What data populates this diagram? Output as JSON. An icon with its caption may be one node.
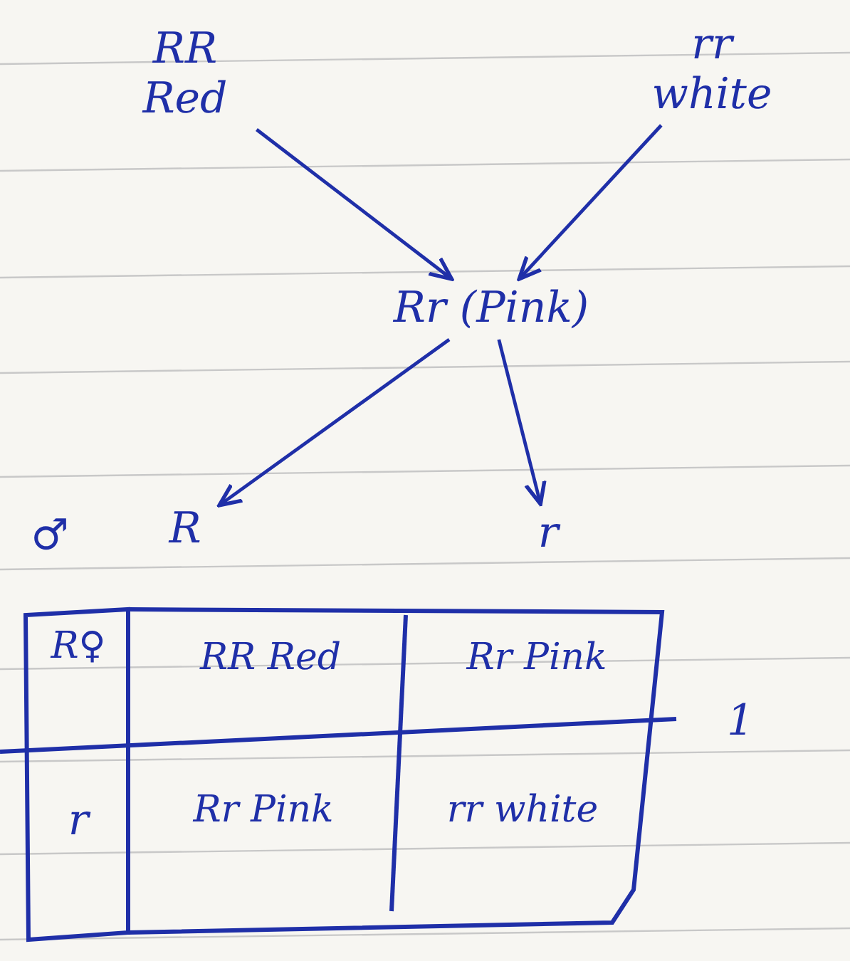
{
  "diagram": {
    "nodes": [
      {
        "text": [
          "RR",
          "Red"
        ]
      },
      {
        "text": [
          "rr",
          "white"
        ]
      },
      {
        "text": [
          "Rr (Pink)"
        ]
      },
      {
        "text": [
          "R"
        ]
      },
      {
        "text": [
          "r"
        ]
      }
    ],
    "edges": [
      {
        "from": 0,
        "to": 2,
        "arrow": "to"
      },
      {
        "from": 1,
        "to": 2,
        "arrow": "to"
      },
      {
        "from": 2,
        "to": 3,
        "arrow": "to"
      },
      {
        "from": 2,
        "to": 4,
        "arrow": "to"
      }
    ],
    "labels": [
      "♂",
      "R♀",
      "RR Red",
      "Rr Pink",
      "1",
      "r",
      "Rr Pink",
      "rr white"
    ]
  }
}
